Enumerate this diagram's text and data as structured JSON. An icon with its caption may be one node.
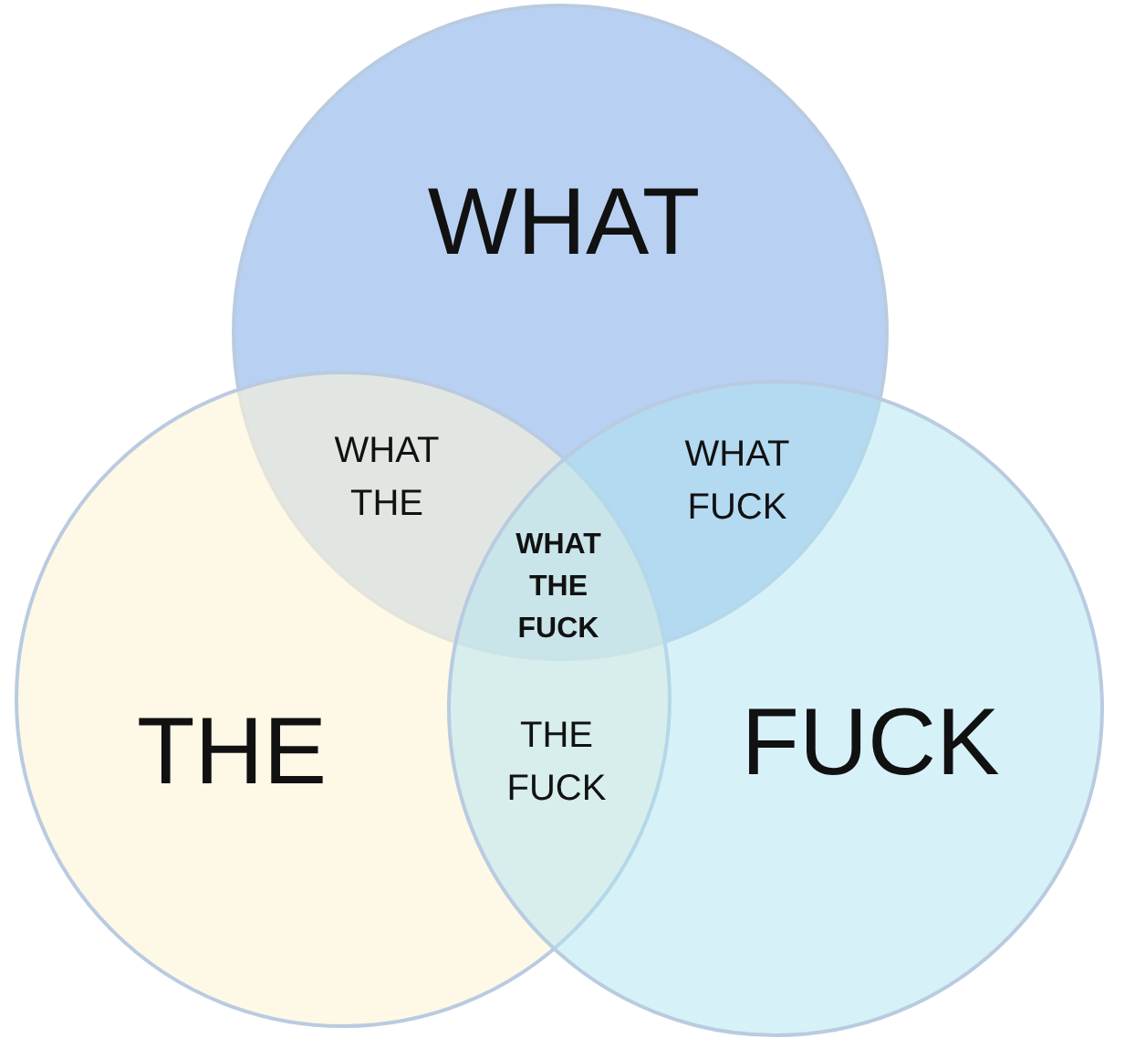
{
  "diagram": {
    "nodes": [
      {
        "text": [
          "WHAT"
        ]
      },
      {
        "text": [
          "THE"
        ]
      },
      {
        "text": [
          "FUCK"
        ]
      }
    ],
    "labels": [
      "WHAT THE",
      "WHAT FUCK",
      "WHAT THE FUCK",
      "THE FUCK"
    ]
  }
}
